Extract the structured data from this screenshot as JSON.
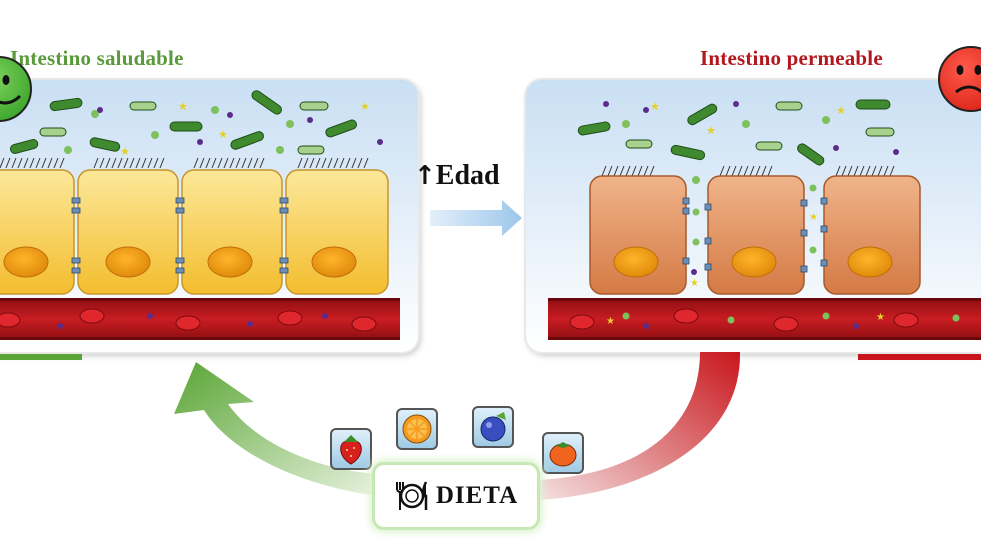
{
  "titles": {
    "healthy": "Intestino saludable",
    "leaky": "Intestino permeable"
  },
  "center": {
    "arrow_glyph": "↑",
    "age_label": "Edad"
  },
  "diet": {
    "label": "DIETA"
  },
  "icons": {
    "healthy_face": "happy-face-icon",
    "sad_face": "sad-face-icon",
    "plate": "plate-fork-knife-icon",
    "fruits": [
      "strawberry-icon",
      "orange-slice-icon",
      "blueberry-icon",
      "tomato-icon"
    ]
  },
  "colors": {
    "healthy": "#5a9a3a",
    "leaky": "#b3181e",
    "healthy_cell": "#f9cf4a",
    "leaky_cell": "#dc8d5e",
    "blood_vessel": "#b9151b"
  }
}
